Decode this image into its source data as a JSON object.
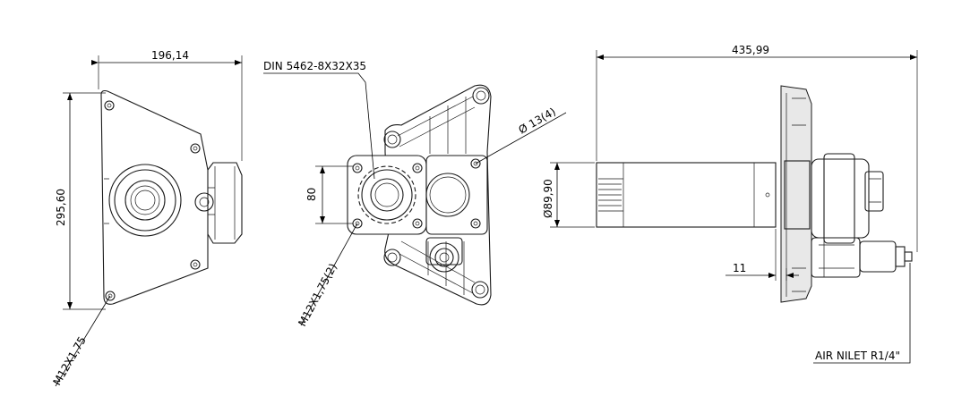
{
  "labels": {
    "width_left": "196,14",
    "height_left": "295,60",
    "thread_left": "M12X1,75",
    "spline": "DIN 5462-8X32X35",
    "hole_dia": "Ø 13(4)",
    "center_dist": "80",
    "thread_mid": "M12X1,75(2)",
    "overall_length": "435,99",
    "shaft_dia": "Ø89,90",
    "flange_dist": "11",
    "air_inlet": "AIR NILET R1/4\""
  }
}
